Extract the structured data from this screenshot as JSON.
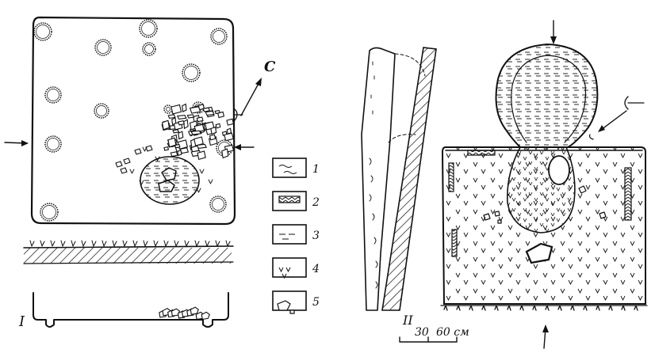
{
  "left_figure": {
    "roman_numeral": "I",
    "north_letter": "С"
  },
  "right_figure": {
    "roman_numeral": "II",
    "scale_ticks": [
      "30",
      "60 см"
    ]
  },
  "legend": {
    "items": [
      {
        "number": "1",
        "pattern": "wavy-fill"
      },
      {
        "number": "2",
        "pattern": "chevron-band"
      },
      {
        "number": "3",
        "pattern": "dash-fill"
      },
      {
        "number": "4",
        "pattern": "v-marks"
      },
      {
        "number": "5",
        "pattern": "stones"
      }
    ]
  }
}
